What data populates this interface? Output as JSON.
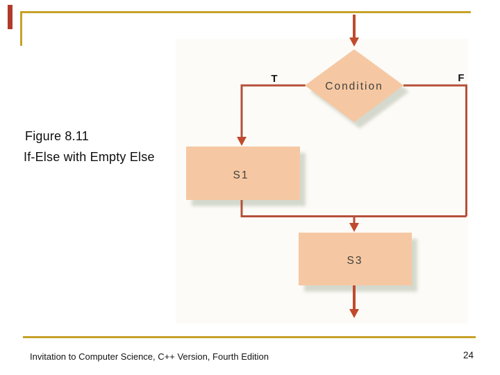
{
  "slide": {
    "figure_label": "Figure 8.11",
    "figure_title": "If-Else with Empty Else",
    "footer": "Invitation to Computer Science, C++ Version, Fourth Edition",
    "page_number": "24"
  },
  "flowchart": {
    "condition_label": "Condition",
    "true_label": "T",
    "false_label": "F",
    "s1_label": "S1",
    "s3_label": "S3"
  },
  "colors": {
    "accent_gold": "#c7a229",
    "accent_red": "#b13a2b",
    "connector_line": "#b5503a",
    "arrowhead": "#c04a2d",
    "shape_fill": "#f5c8a3",
    "shape_shadow": "#c7cdbf",
    "text_dark": "#141414"
  }
}
